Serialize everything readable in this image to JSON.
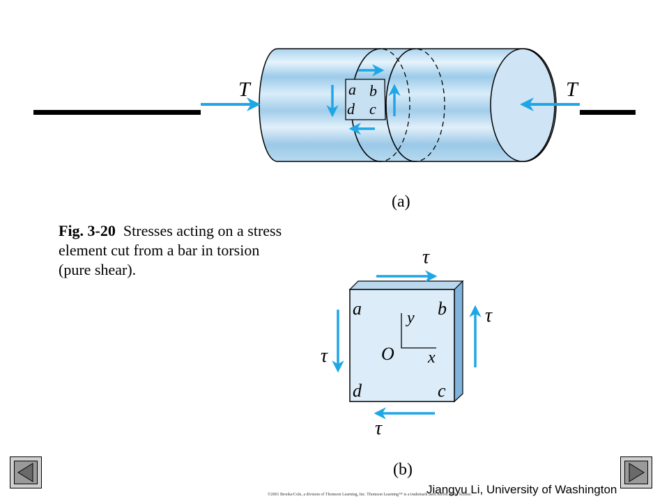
{
  "figure_a": {
    "label": "(a)",
    "torque_left": "T",
    "torque_right": "T",
    "element_corners": {
      "a": "a",
      "b": "b",
      "c": "c",
      "d": "d"
    }
  },
  "figure_b": {
    "label": "(b)",
    "tau_top": "τ",
    "tau_right": "τ",
    "tau_left": "τ",
    "tau_bottom": "τ",
    "corners": {
      "a": "a",
      "b": "b",
      "c": "c",
      "d": "d"
    },
    "axis_y": "y",
    "axis_x": "x",
    "origin": "O"
  },
  "caption": {
    "figure_number": "Fig. 3-20",
    "text": "Stresses acting on a stress element cut from a bar in torsion (pure shear)."
  },
  "footer": {
    "copyright": "©2001 Brooks/Cole, a division of Thomson Learning, Inc.  Thomson Learning™ is a trademark used herein under license.",
    "author": "Jiangyu Li, University of Washington"
  },
  "colors": {
    "arrow": "#1ea6e6",
    "cylinder_light": "#e3f1fb",
    "cylinder_mid": "#8fc4e6",
    "element_face": "#dcecf8",
    "element_side": "#7fb4dc"
  }
}
